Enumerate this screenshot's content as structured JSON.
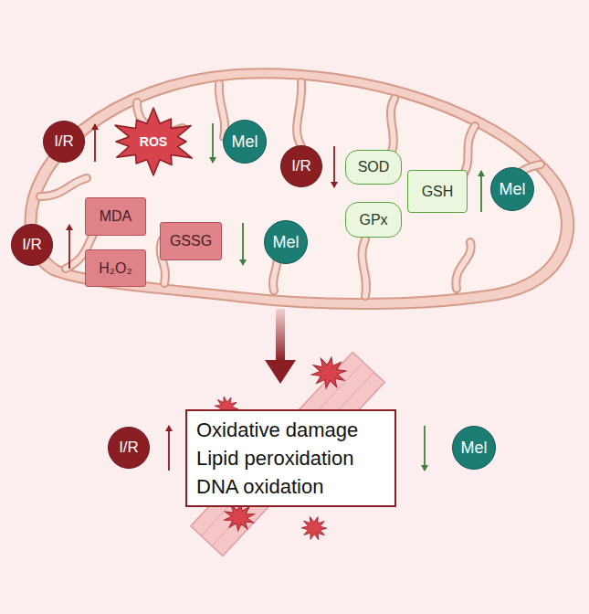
{
  "diagram": {
    "nodes": [
      {
        "text": [
          "I/R"
        ]
      },
      {
        "text": [
          "ROS"
        ]
      },
      {
        "text": [
          "Mel"
        ]
      },
      {
        "text": [
          "I/R"
        ]
      },
      {
        "text": [
          "SOD"
        ]
      },
      {
        "text": [
          "GPx"
        ]
      },
      {
        "text": [
          "GSH"
        ]
      },
      {
        "text": [
          "Mel"
        ]
      },
      {
        "text": [
          "I/R"
        ]
      },
      {
        "text": [
          "MDA"
        ]
      },
      {
        "text": [
          "H₂O₂"
        ]
      },
      {
        "text": [
          "GSSG"
        ]
      },
      {
        "text": [
          "Mel"
        ]
      },
      {
        "text": [
          "I/R"
        ]
      },
      {
        "text": [
          "Oxidative damage",
          "Lipid peroxidation",
          "DNA oxidation"
        ]
      },
      {
        "text": [
          "Mel"
        ]
      }
    ]
  }
}
